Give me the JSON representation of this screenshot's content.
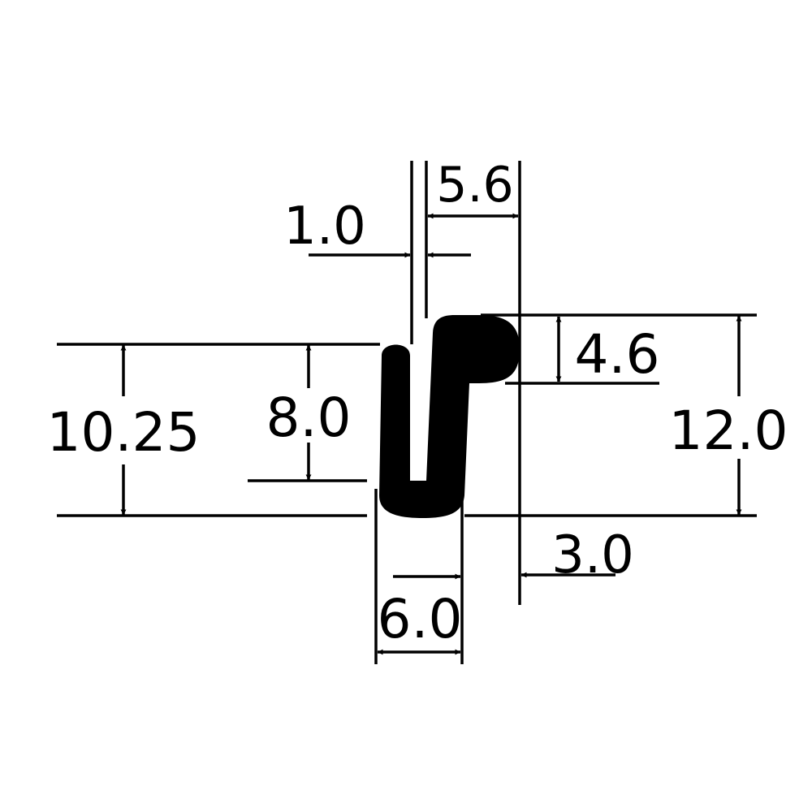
{
  "diagram": {
    "dimensions": {
      "overall_height": "12.0",
      "left_leg_height": "10.25",
      "slot_depth": "8.0",
      "lip_thickness": "4.6",
      "slot_width": "1.0",
      "lip_width": "5.6",
      "base_width": "6.0",
      "lip_offset": "3.0"
    },
    "colors": {
      "ink": "#000000",
      "background": "#ffffff"
    }
  }
}
